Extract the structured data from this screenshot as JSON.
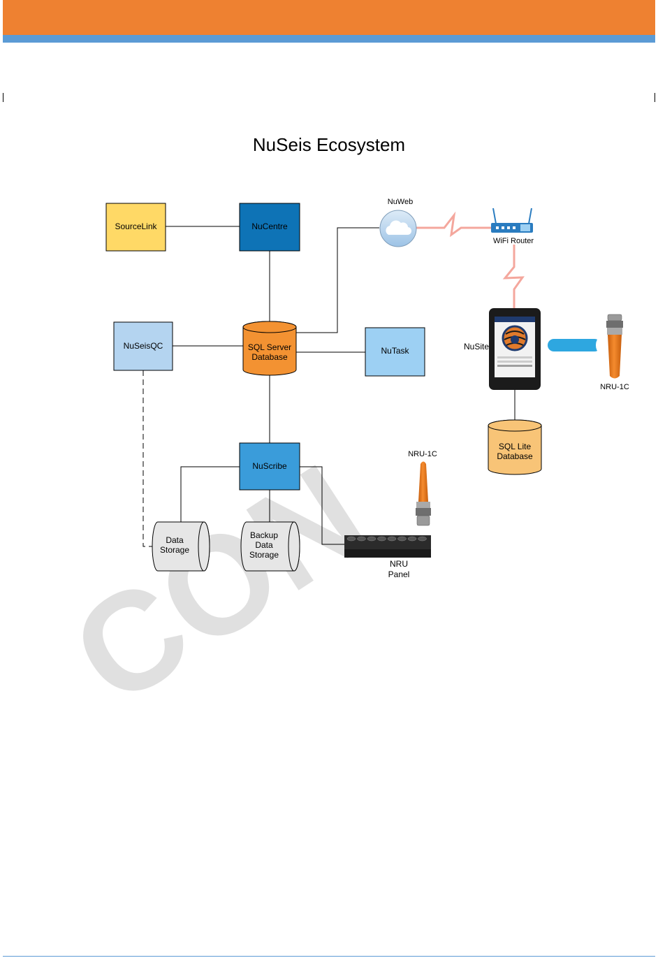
{
  "title": "NuSeis Ecosystem",
  "nodes": {
    "sourcelink": "SourceLink",
    "nucentre": "NuCentre",
    "nuweb": "NuWeb",
    "wifi_router": "WiFi Router",
    "nuseisqc": "NuSeisQC",
    "sql_server_line1": "SQL Server",
    "sql_server_line2": "Database",
    "nutask": "NuTask",
    "nusite": "NuSite",
    "nru_1c_right": "NRU-1C",
    "sql_lite_line1": "SQL Lite",
    "sql_lite_line2": "Database",
    "nuscribe": "NuScribe",
    "nru_1c_panel": "NRU-1C",
    "data_storage_line1": "Data",
    "data_storage_line2": "Storage",
    "backup_line1": "Backup",
    "backup_line2": "Data",
    "backup_line3": "Storage",
    "nru_panel_line1": "NRU",
    "nru_panel_line2": "Panel"
  },
  "colors": {
    "header": "#EE8131",
    "header_rule": "#5B9BD5",
    "sourcelink_fill": "#FFD966",
    "nucentre_fill": "#0E73B6",
    "nuseisqc_fill": "#B4D4F0",
    "nutask_fill": "#9DD0F3",
    "nuscribe_fill": "#3A9CDA",
    "database_fill": "#F39232",
    "sql_lite_fill": "#F8C477",
    "storage_fill": "#E6E6E6",
    "wireless_link": "#F4A79D",
    "bluetooth_link": "#2EA7E0",
    "nru_orange": "#F07E1F"
  },
  "icons": [
    "cloud-icon",
    "wifi-router-icon",
    "tablet-icon",
    "nru-sensor-icon",
    "nru-panel-icon",
    "lightning-icon"
  ],
  "watermark": "CON"
}
